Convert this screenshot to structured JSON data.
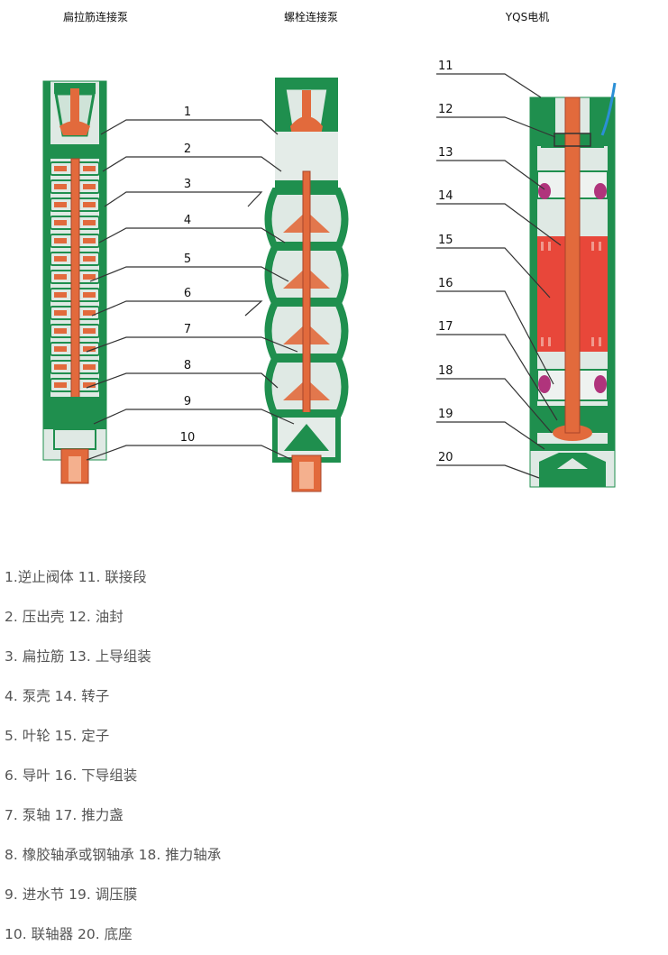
{
  "titles": {
    "left": "扁拉筋连接泵",
    "middle": "螺栓连接泵",
    "right": "YQS电机"
  },
  "pump_callouts": [
    "1",
    "2",
    "3",
    "4",
    "5",
    "6",
    "7",
    "8",
    "9",
    "10"
  ],
  "motor_callouts": [
    "11",
    "12",
    "13",
    "14",
    "15",
    "16",
    "17",
    "18",
    "19",
    "20"
  ],
  "legend": [
    "1.逆止阀体 11. 联接段",
    "2. 压出壳 12. 油封",
    "3. 扁拉筋 13. 上导组装",
    "4. 泵壳 14. 转子",
    "5. 叶轮 15. 定子",
    "6. 导叶 16. 下导组装",
    "7. 泵轴 17. 推力盏",
    "8. 橡胶轴承或钢轴承 18. 推力轴承",
    "9. 进水节 19. 调压膜",
    "10. 联轴器 20. 底座"
  ],
  "colors": {
    "housing_green": "#1f8f4e",
    "shaft_orange": "#e26a3c",
    "stator_red": "#e8473a",
    "coil_magenta": "#b0347c",
    "cable_blue": "#2b8fd6",
    "leader_line": "#333333"
  }
}
